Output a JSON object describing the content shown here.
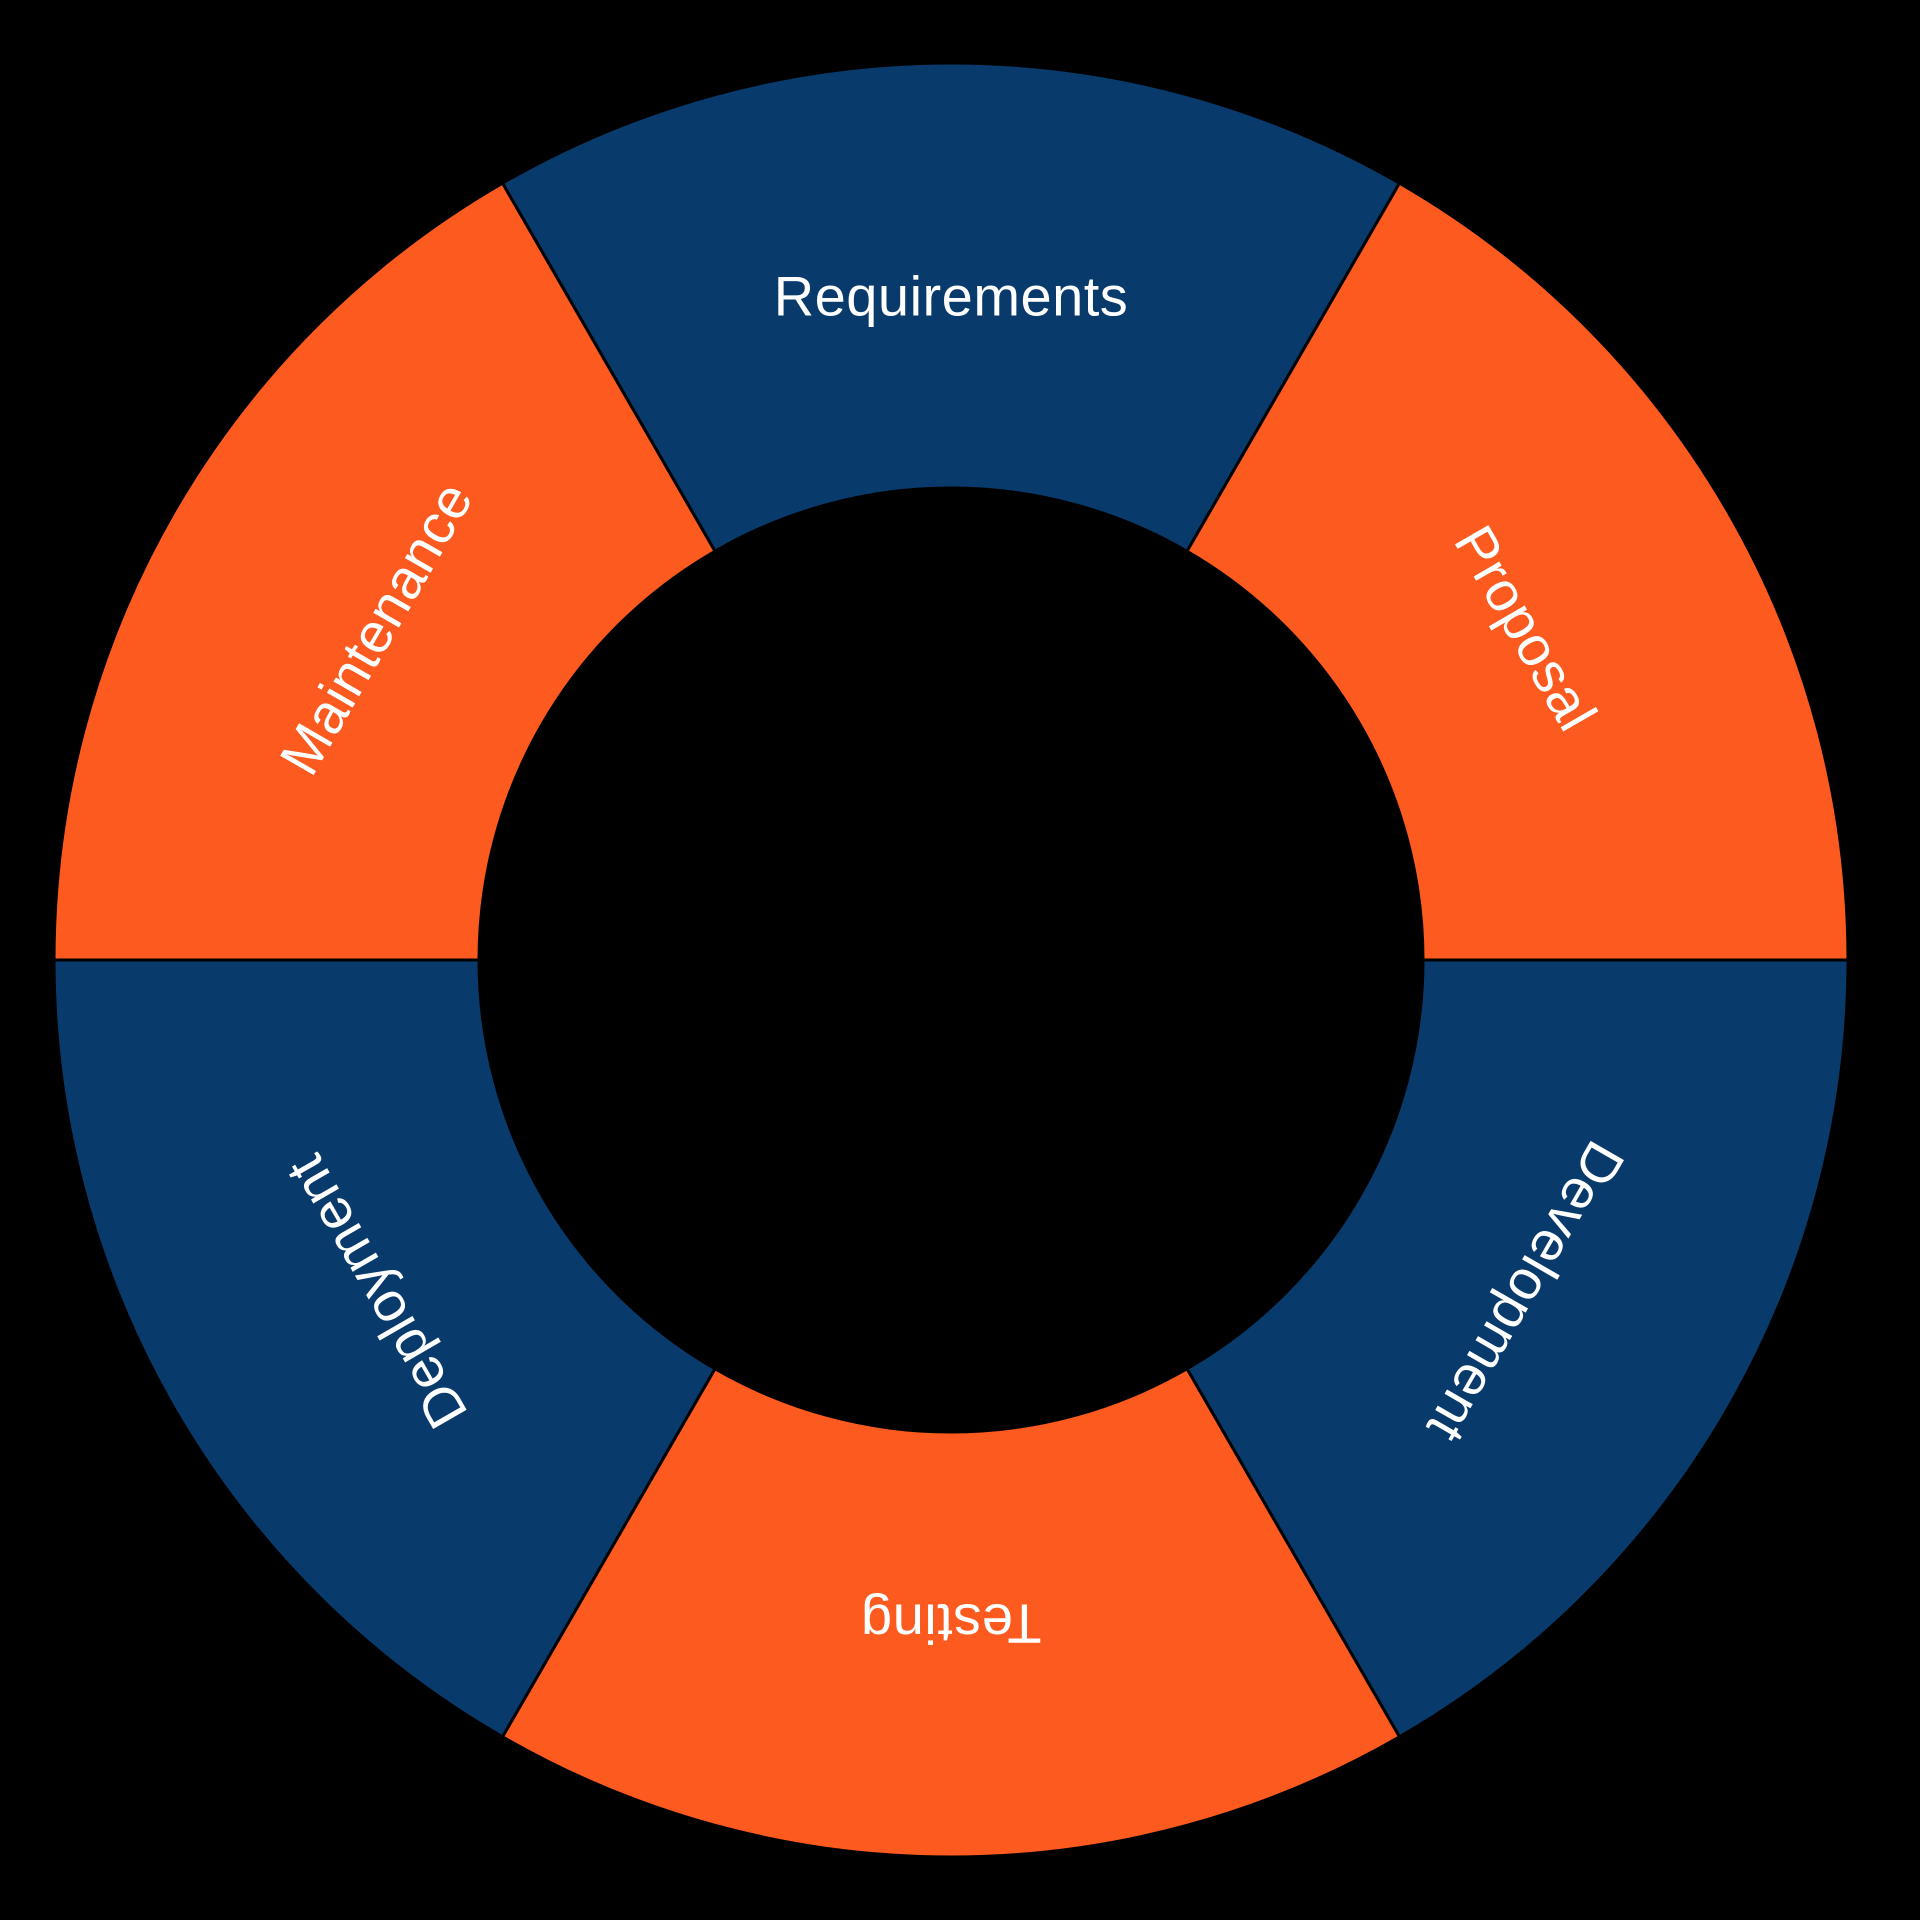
{
  "diagram": {
    "title": "",
    "background_color": "#000000",
    "separator_color": "#000000",
    "label_text_color": "#ffffff",
    "segments": [
      {
        "label": "Requirements",
        "color": "#083a6b"
      },
      {
        "label": "Proposal",
        "color": "#fc5a1e"
      },
      {
        "label": "Development",
        "color": "#083a6b"
      },
      {
        "label": "Testing",
        "color": "#fc5a1e"
      },
      {
        "label": "Deployment",
        "color": "#083a6b"
      },
      {
        "label": "Maintenance",
        "color": "#fc5a1e"
      }
    ]
  },
  "chart_data": {
    "type": "pie",
    "subtype": "donut",
    "title": "",
    "categories": [
      "Requirements",
      "Proposal",
      "Development",
      "Testing",
      "Deployment",
      "Maintenance"
    ],
    "values": [
      1,
      1,
      1,
      1,
      1,
      1
    ],
    "colors": [
      "#083a6b",
      "#fc5a1e",
      "#083a6b",
      "#fc5a1e",
      "#083a6b",
      "#fc5a1e"
    ],
    "start_position": "top",
    "direction": "clockwise",
    "inner_radius_ratio": 0.53,
    "labels_rotated_tangentially": true,
    "legend": "none"
  }
}
